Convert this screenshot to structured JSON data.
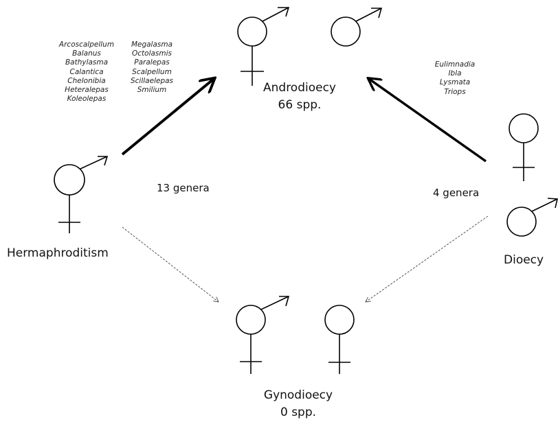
{
  "labels": {
    "androdioecy": "Androdioecy",
    "androdioecy_count": "66 spp.",
    "gynodioecy": "Gynodioecy",
    "gynodioecy_count": "0 spp.",
    "hermaphroditism": "Hermaphroditism",
    "dioecy": "Dioecy",
    "genera_left": "13 genera",
    "genera_right": "4 genera"
  },
  "genera_left_col1": [
    "Arcoscalpellum",
    "Balanus",
    "Bathylasma",
    "Calantica",
    "Chelonibia",
    "Heteralepas",
    "Koleolepas"
  ],
  "genera_left_col2": [
    "Megalasma",
    "Octolasmis",
    "Paralepas",
    "Scalpellum",
    "Scillaelepas",
    "Smilium"
  ],
  "genera_right": [
    "Eulimnadia",
    "Ibla",
    "Lysmata",
    "Triops"
  ]
}
